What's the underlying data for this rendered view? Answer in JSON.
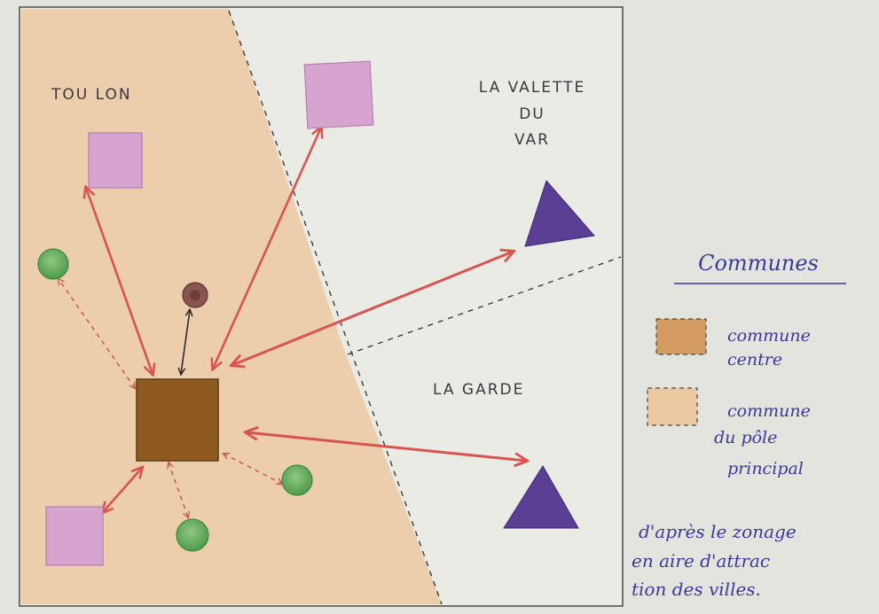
{
  "map": {
    "communes": {
      "toulon": "TOU LON",
      "la_valette_line1": "LA VALETTE",
      "la_valette_line2": "DU",
      "la_valette_line3": "VAR",
      "la_garde": "LA GARDE"
    }
  },
  "legend": {
    "title": "Communes",
    "item_centre_line1": "commune",
    "item_centre_line2": "centre",
    "item_pole_line1": "commune",
    "item_pole_line2": "du pôle",
    "item_pole_line3": "principal",
    "note_line1": "d'après le zonage",
    "note_line2": "en aire d'attrac",
    "note_line3": "tion des villes."
  },
  "colors": {
    "paper": "#e3e4dd",
    "pole_zone": "#ecc9a2",
    "centre": "#8f5a1f",
    "pink_square": "#d7a3cf",
    "violet_triangle": "#5a3f95",
    "green_circle": "#6aac5f",
    "arrow": "#d9544f",
    "ink": "#3b3a9c"
  }
}
